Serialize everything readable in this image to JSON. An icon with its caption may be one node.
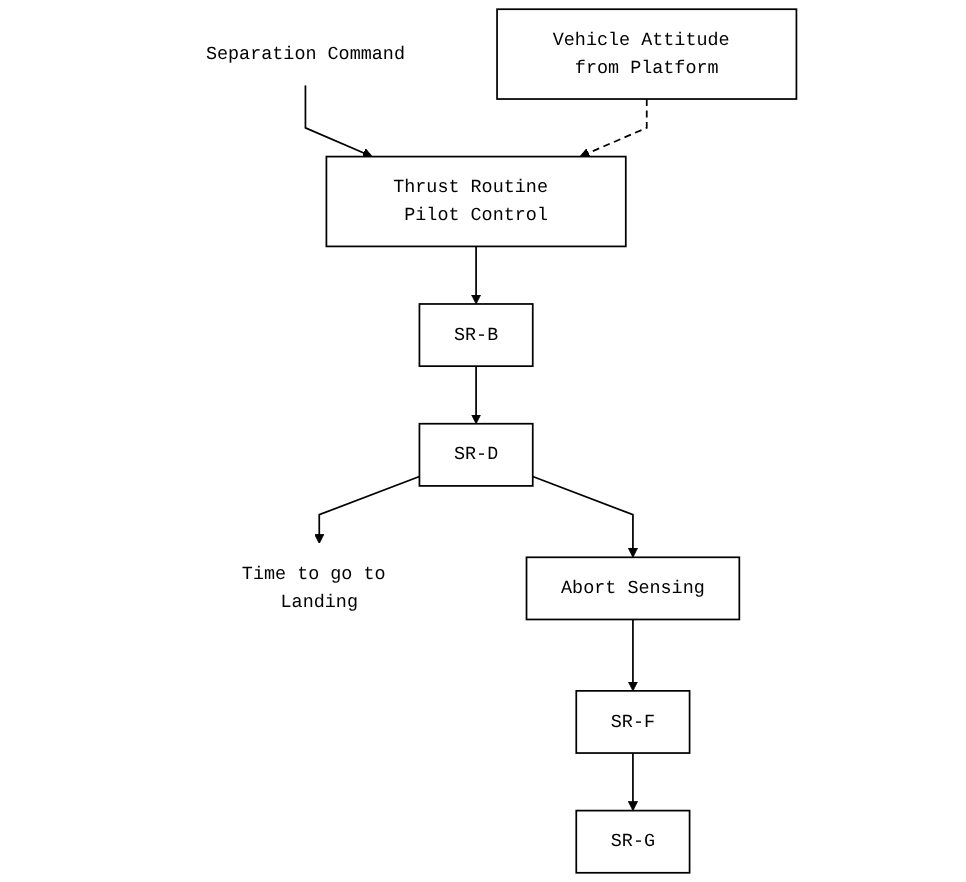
{
  "diagram": {
    "nodes": [
      {
        "text": [
          "Separation Command"
        ]
      },
      {
        "text": [
          "Thrust Routine Pilot Control"
        ]
      },
      {
        "text": [
          "Vehicle Attitude from Platform"
        ]
      },
      {
        "text": [
          "SR-B"
        ]
      },
      {
        "text": [
          "SR-D"
        ]
      },
      {
        "text": [
          "Time to go to Landing"
        ]
      },
      {
        "text": [
          "Abort Sensing"
        ]
      },
      {
        "text": [
          "SR-F"
        ]
      },
      {
        "text": [
          "SR-G"
        ]
      }
    ],
    "edges": [
      {
        "from": 0,
        "to": 1,
        "arrow": "to"
      },
      {
        "from": 2,
        "to": 1,
        "arrow": "to",
        "style": "dashed"
      },
      {
        "from": 1,
        "to": 3,
        "arrow": "to"
      },
      {
        "from": 3,
        "to": 4,
        "arrow": "to"
      },
      {
        "from": 4,
        "to": 5,
        "arrow": "to"
      },
      {
        "from": 4,
        "to": 6,
        "arrow": "to"
      },
      {
        "from": 6,
        "to": 7,
        "arrow": "to"
      },
      {
        "from": 7,
        "to": 8,
        "arrow": "to"
      }
    ]
  }
}
